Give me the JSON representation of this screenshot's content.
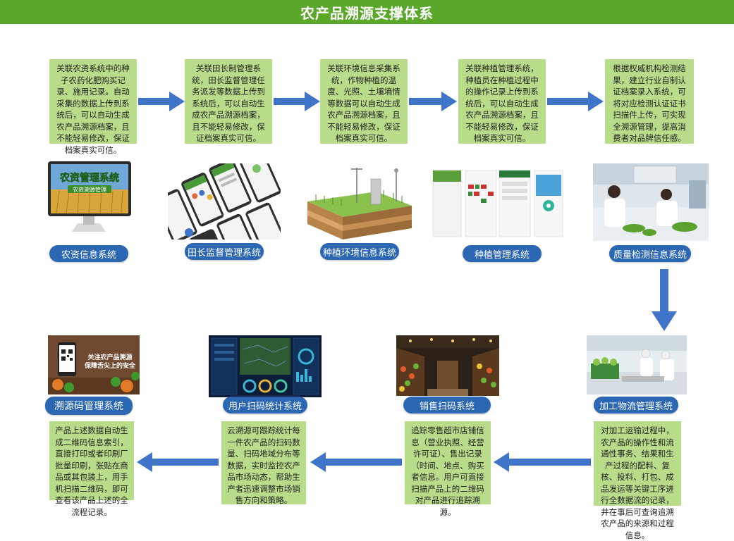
{
  "title": "农产品溯源支撑体系",
  "colors": {
    "title_bg": "#5aa72a",
    "desc_bg": "#b9dc8a",
    "label_bg": "#2b67b3",
    "arrow": "#3f74c8"
  },
  "top_row": [
    {
      "label": "农资信息系统",
      "desc": "关联农资系统中的种子农药化肥购买记录、施用记录。自动采集的数据上传到系统后，可以自动生成农产品溯源档案，且不能轻易修改，保证档案真实可信。",
      "image_text_1": "农资管理系统",
      "image_text_2": "农资溯源管理"
    },
    {
      "label": "田长监督管理系统",
      "desc": "关联田长制管理系统，田长监督管理任务派发等数据上传到系统后，可以自动生成农产品溯源档案，且不能轻易修改，保证档案真实可信。"
    },
    {
      "label": "种植环境信息系统",
      "desc": "关联环境信息采集系统，作物种植的温度、光照、土壤墒情等数据可以自动生成农产品溯源档案，且不能轻易修改，保证档案真实可信。"
    },
    {
      "label": "种植管理系统",
      "desc": "关联种植管理系统，种植员在种植过程中的操作记录上传到系统后，可以自动生成农产品溯源档案，且不能轻易修改，保证档案真实可信。"
    },
    {
      "label": "质量检测信息系统",
      "desc": "根据权威机构检测结果，建立行业自制认证档案录入系统，可将对应检测认证证书扫描件上传，可实现全溯源管理，提高消费者对品牌信任感。"
    }
  ],
  "bottom_row": [
    {
      "label": "溯源码管理系统",
      "desc": "产品上述数据自动生成二维码信息索引，直接打印或者印刷厂批量印刷，张贴在商品或其包装上，用手机扫描二维码，即可查看该产品上述的全流程记录。",
      "image_text_1": "关注农产品溯源",
      "image_text_2": "保障舌尖上的安全"
    },
    {
      "label": "用户扫码统计系统",
      "desc": "云溯源可跟踪统计每一件农产品的扫码数量、扫码地域分布等数据，实时监控农产品市场动态，帮助生产者迅速调整市场销售方向和策略。"
    },
    {
      "label": "销售扫码系统",
      "desc": "追踪零售超市店铺信息（营业执照、经营许可证）、售出记录（时间、地点、购买者信息。用户可直接扫描产品上的二维码对产品进行追踪溯源。"
    },
    {
      "label": "加工物流管理系统",
      "desc": "对加工运输过程中，农产品的操作性和流通性事务、结果和生产过程的配料、复核、投料、打包、成品发运等关键工序进行全数据流的记录，并在事后可查询追溯农产品的来源和过程信息。"
    }
  ]
}
